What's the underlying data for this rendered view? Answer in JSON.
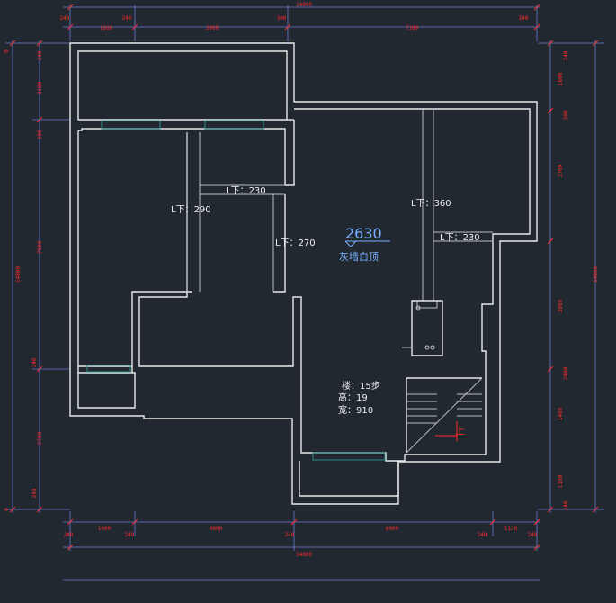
{
  "beam_labels": {
    "left": "L下：290",
    "upper_mid": "L下：230",
    "mid": "L下：270",
    "right": "L下：360",
    "right_small": "L下：230"
  },
  "ceiling": {
    "height": "2630",
    "finish": "灰墙白顶"
  },
  "stair": {
    "steps": "楼：15步",
    "riser": "高：19",
    "width": "宽：910",
    "up_marker": "上"
  },
  "dimensions": {
    "top_total": "14800",
    "top_segments": [
      "1600",
      "240",
      "3000",
      "300",
      "7100",
      "240"
    ],
    "bottom_total": "14800",
    "bottom_segments": [
      "240",
      "1600",
      "240",
      "4800",
      "240",
      "6000",
      "240",
      "1120",
      "240"
    ],
    "left_total": "14800",
    "left_segments": [
      "240",
      "3100",
      "300",
      "7600",
      "240",
      "2700",
      "240",
      "0"
    ],
    "right_total": "14800",
    "right_segments": [
      "240",
      "1600",
      "300",
      "3700",
      "3800",
      "2400",
      "1400",
      "1100",
      "240"
    ]
  },
  "colors": {
    "background": "#212830",
    "wall": "#e8e8e8",
    "dimension_text": "#ff2a2a",
    "dimension_line": "#6c7bd6",
    "window": "#2a8c8a",
    "ceiling_note": "#7ab0ff"
  }
}
